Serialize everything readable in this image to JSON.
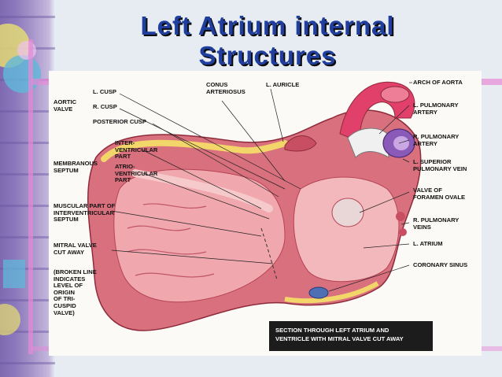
{
  "slide": {
    "title_line1": "Left Atrium internal",
    "title_line2": "Structures"
  },
  "labels": {
    "l_cusp": "L. CUSP",
    "aortic_valve": "AORTIC\nVALVE",
    "r_cusp": "R. CUSP",
    "posterior_cusp": "POSTERIOR CUSP",
    "membranous_septum": "MEMBRANOUS\nSEPTUM",
    "interventricular_part": "INTER-\nVENTRICULAR\nPART",
    "atrioventricular_part": "ATRIO-\nVENTRICULAR\nPART",
    "muscular_part": "MUSCULAR PART OF\nINTERVENTRICULAR\nSEPTUM",
    "mitral_valve": "MITRAL VALVE\nCUT AWAY",
    "broken_line": "(BROKEN LINE\nINDICATES\nLEVEL OF\nORIGIN\nOF TRI-\nCUSPID\nVALVE)",
    "conus_arteriosus": "CONUS\nARTERIOSUS",
    "l_auricle": "L. AURICLE",
    "arch_of_aorta": "ARCH OF AORTA",
    "l_pulmonary_artery": "L. PULMONARY\nARTERY",
    "r_pulmonary_artery": "R. PULMONARY\nARTERY",
    "l_superior_pulmonary_vein": "L. SUPERIOR\nPULMONARY VEIN",
    "valve_foramen_ovale": "VALVE OF\nFORAMEN OVALE",
    "r_pulmonary_veins": "R. PULMONARY\nVEINS",
    "l_atrium": "L. ATRIUM",
    "coronary_sinus": "CORONARY SINUS"
  },
  "caption": "SECTION THROUGH LEFT ATRIUM AND\nVENTRICLE WITH MITRAL VALVE CUT AWAY",
  "colors": {
    "title": "#1f3e9e",
    "title_shadow": "#0b0b0b",
    "band": "#8c79bd",
    "myocardium": "#d9707e",
    "chamber": "#f3b8bb",
    "aorta": "#e0406a",
    "vein": "#8a5ab8",
    "fat": "#f2d66a"
  }
}
